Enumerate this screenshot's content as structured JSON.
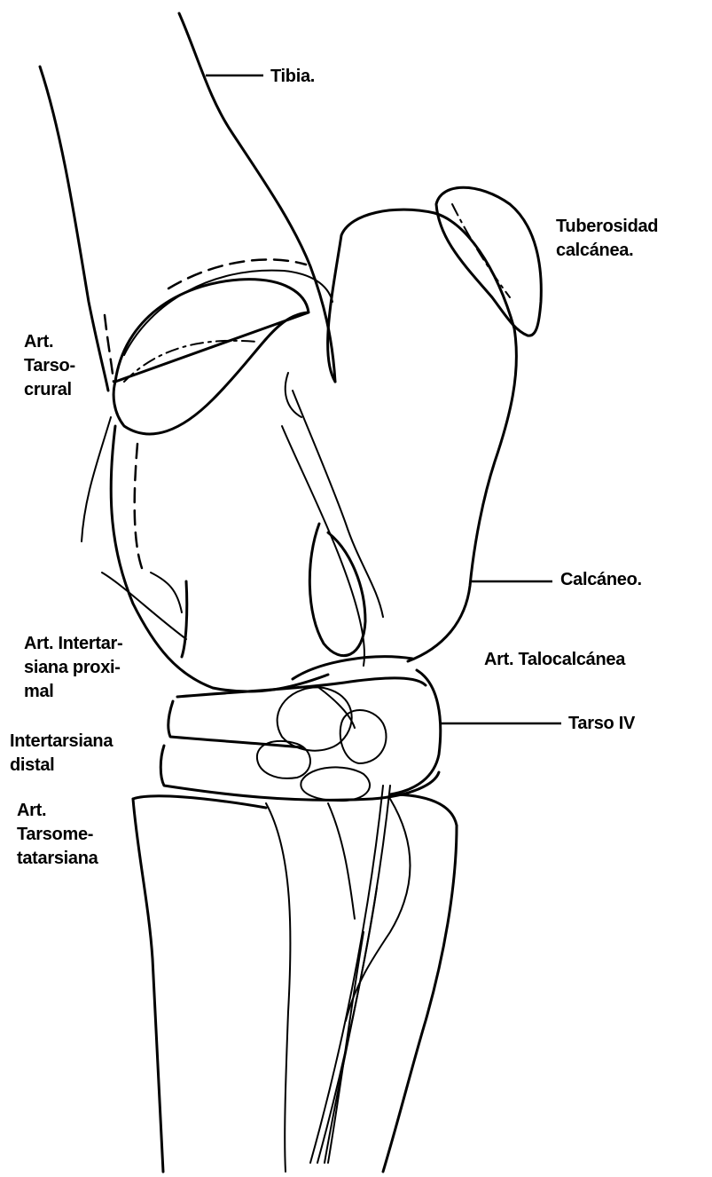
{
  "labels": {
    "tibia": "Tibia.",
    "tuberosidad_line1": "Tuberosidad",
    "tuberosidad_line2": "calcánea.",
    "tarsocrural_line1": "Art.",
    "tarsocrural_line2": "Tarso-",
    "tarsocrural_line3": "crural",
    "calcaneo": "Calcáneo.",
    "intertarsiana_proximal_line1": "Art. Intertar-",
    "intertarsiana_proximal_line2": "siana proxi-",
    "intertarsiana_proximal_line3": "mal",
    "talocalcanea": "Art. Talocalcánea",
    "tarso_iv": "Tarso IV",
    "intertarsiana_distal_line1": "Intertarsiana",
    "intertarsiana_distal_line2": "distal",
    "tarsometatarsiana_line1": "Art.",
    "tarsometatarsiana_line2": "Tarsome-",
    "tarsometatarsiana_line3": "tatarsiana"
  }
}
